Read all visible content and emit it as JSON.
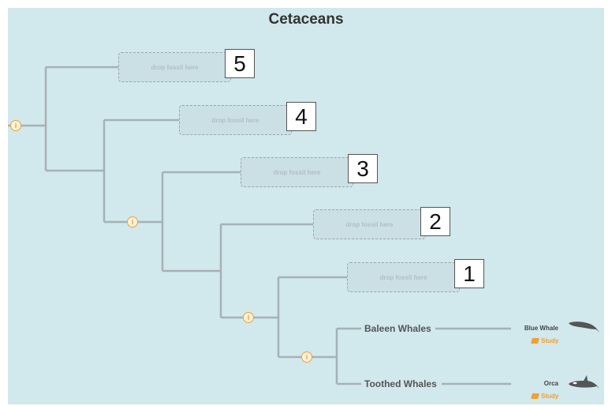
{
  "title": "Cetaceans",
  "drop_zones": [
    {
      "label": "drop fossil here",
      "number": "5"
    },
    {
      "label": "drop fossil here",
      "number": "4"
    },
    {
      "label": "drop fossil here",
      "number": "3"
    },
    {
      "label": "drop fossil here",
      "number": "2"
    },
    {
      "label": "drop fossil here",
      "number": "1"
    }
  ],
  "info_icon": "i",
  "clades": [
    {
      "name": "Baleen Whales",
      "species": "Blue Whale",
      "study": "Study"
    },
    {
      "name": "Toothed Whales",
      "species": "Orca",
      "study": "Study"
    }
  ],
  "colors": {
    "background": "#d1e8ec",
    "branch": "#a5b2b5",
    "accent": "#f0a030"
  }
}
